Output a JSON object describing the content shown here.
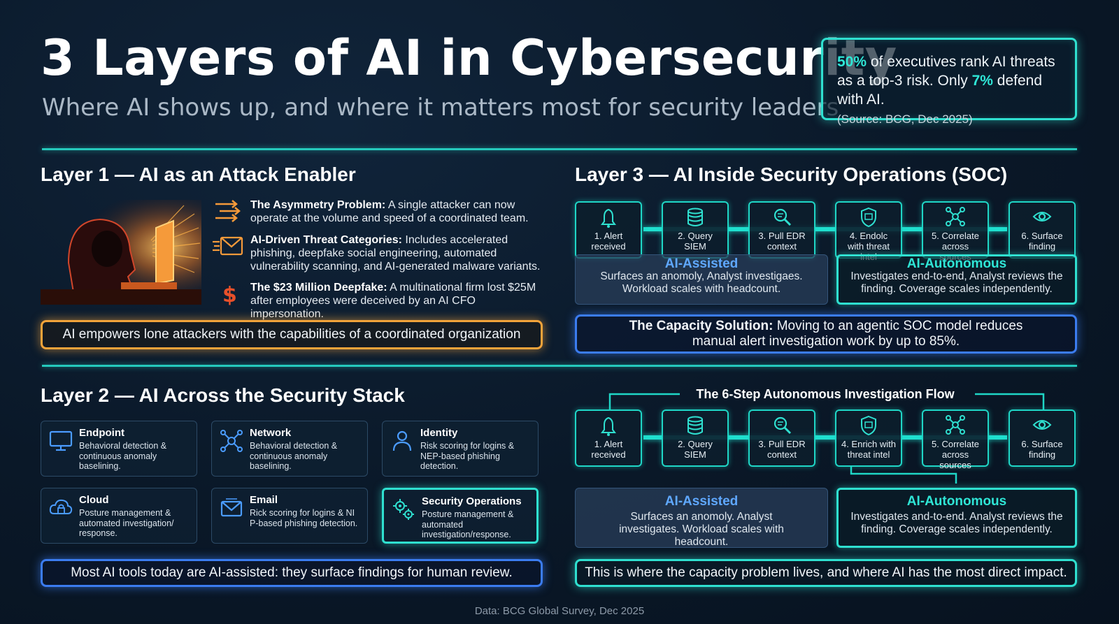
{
  "header": {
    "title": "3 Layers of AI in Cybersecurity",
    "subtitle": "Where AI shows up, and where it matters most for security leaders"
  },
  "stat": {
    "pct1": "50%",
    "text1": " of executives rank AI threats as a top-3 risk. Only ",
    "pct2": "7%",
    "text2": " defend with AI.",
    "source": "(Source: BCG, Dec 2025)"
  },
  "layer1": {
    "title": "Layer 1 — AI as an Attack Enabler",
    "items": [
      {
        "icon": "arrows-icon",
        "bold": "The Asymmetry Problem:",
        "text": " A single attacker can now operate at the volume and speed of a coordinated team."
      },
      {
        "icon": "envelope-icon",
        "bold": "AI-Driven Threat Categories:",
        "text": " Includes accelerated phishing, deepfake social engineering, automated vulnerability scanning, and AI-generated malware variants."
      },
      {
        "icon": "dollar-icon",
        "bold": "The $23 Million Deepfake:",
        "text": " A multinational firm lost $25M after employees were deceived by an AI CFO impersonation."
      }
    ],
    "banner": "AI empowers lone attackers with the capabilities of a coordinated organization"
  },
  "layer2": {
    "title": "Layer 2 — AI Across the Security Stack",
    "cards": [
      {
        "icon": "monitor-icon",
        "title": "Endpoint",
        "desc": "Behavioral detection & continuous anomaly baselining."
      },
      {
        "icon": "network-icon",
        "title": "Network",
        "desc": "Behavioral detection & continuous anomaly baselining."
      },
      {
        "icon": "user-icon",
        "title": "Identity",
        "desc": "Risk scoring for logins & NEP-based phishing detection."
      },
      {
        "icon": "cloud-lock-icon",
        "title": "Cloud",
        "desc": "Posture management & automated investigation/ response."
      },
      {
        "icon": "mail-icon",
        "title": "Email",
        "desc": "Rick scoring for logins & NI P-based phishing detection."
      },
      {
        "icon": "gears-icon",
        "title": "Security Operations",
        "desc": "Posture management & automated investigation/response."
      }
    ],
    "banner": "Most AI tools today are AI-assisted: they surface findings for human review."
  },
  "layer3": {
    "title": "Layer 3 — AI Inside Security Operations (SOC)",
    "steps": [
      {
        "icon": "bell-icon",
        "label": "1. Alert received"
      },
      {
        "icon": "database-icon",
        "label": "2. Query SIEM"
      },
      {
        "icon": "magnifier-icon",
        "label": "3. Pull EDR context"
      },
      {
        "icon": "shield-icon",
        "label": "4. Endolc with threat intel"
      },
      {
        "icon": "nodes-icon",
        "label": "5. Correlate across sources"
      },
      {
        "icon": "eye-icon",
        "label": "6. Surface finding"
      }
    ],
    "assisted_title": "AI-Assisted",
    "assisted_text": "Surfaces an anomoly, Analyst investigaes. Workload scales with headcount.",
    "auto_title": "AI-Autonomous",
    "auto_text": "Investigates end-to-end, Analyst reviews the finding. Coverage scales independently.",
    "capacity_bold": "The Capacity Solution:",
    "capacity_text": " Moving to an agentic SOC model reduces manual alert investigation work by up to 85%."
  },
  "flow": {
    "title": "The 6-Step Autonomous Investigation Flow",
    "steps": [
      {
        "icon": "bell-icon",
        "label": "1. Alert received"
      },
      {
        "icon": "database-icon",
        "label": "2. Query SIEM"
      },
      {
        "icon": "magnifier-icon",
        "label": "3. Pull EDR context"
      },
      {
        "icon": "shield-icon",
        "label": "4. Enrich with threat intel"
      },
      {
        "icon": "nodes-icon",
        "label": "5. Correlate across sources"
      },
      {
        "icon": "eye-icon",
        "label": "6. Surface finding"
      }
    ],
    "assisted_title": "AI-Assisted",
    "assisted_text": "Surfaces an anomoly. Analyst investigates. Workload scales with headcount.",
    "auto_title": "AI-Autonomous",
    "auto_text": "Investigates and-to-end. Analyst reviews the finding. Coverage scales independently.",
    "banner": "This is where the capacity problem lives, and where AI has the most direct impact."
  },
  "footer": "Data: BCG Global Survey, Dec 2025",
  "colors": {
    "teal": "#2fe0d0",
    "orange": "#f2a33a",
    "blue": "#3b7cf0"
  }
}
